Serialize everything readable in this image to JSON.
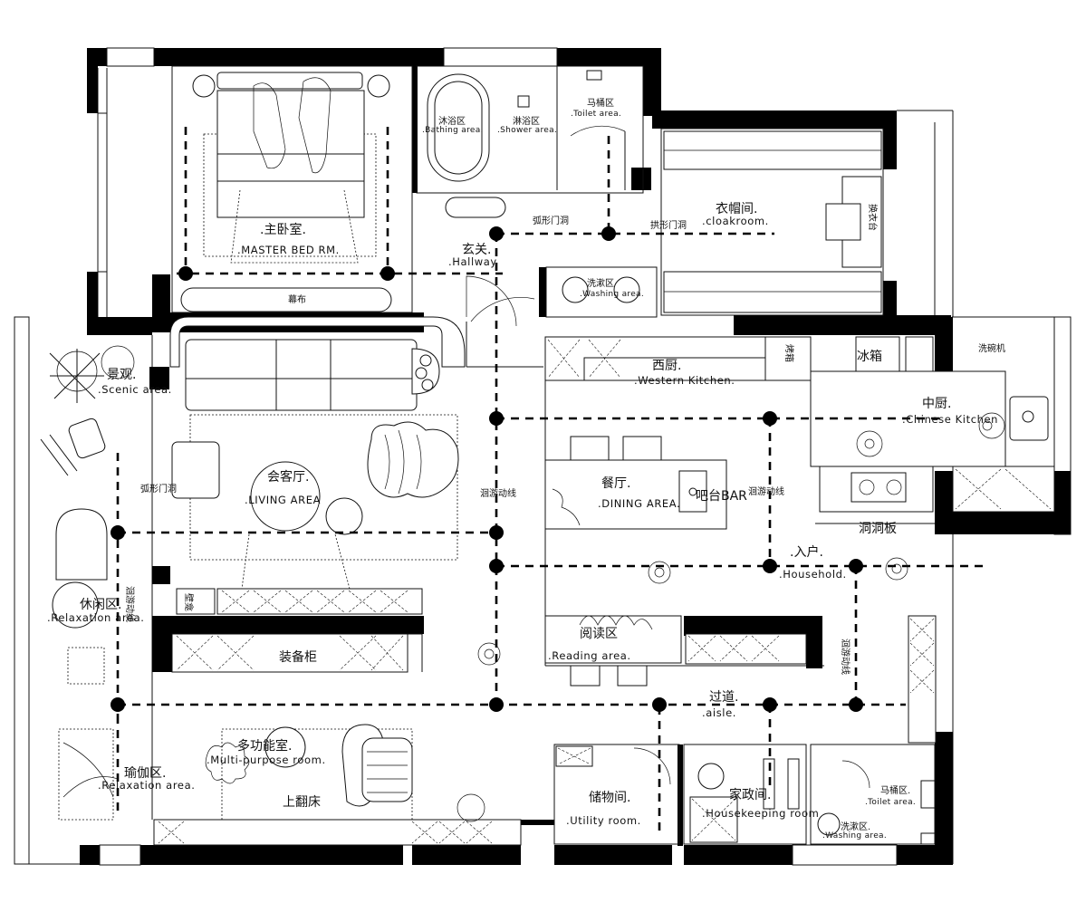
{
  "rooms": {
    "master_bed": {
      "zh": ".主卧室.",
      "en": ".MASTER BED RM."
    },
    "curtain": "幕布",
    "bathing": {
      "zh": "沐浴区",
      "en": ".Bathing area."
    },
    "shower": {
      "zh": "淋浴区",
      "en": ".Shower area."
    },
    "toilet": {
      "zh": "马桶区",
      "en": ".Toilet area."
    },
    "cloakroom": {
      "zh": "衣帽间.",
      "en": ".cloakroom."
    },
    "bench": "换衣台",
    "hallway": {
      "zh": "玄关.",
      "en": ".Hallway"
    },
    "arch_door_1": "弧形门洞",
    "arch_door_2": "拱形门洞",
    "washing": {
      "zh": "洗漱区",
      "en": ".Washing area."
    },
    "scenic": {
      "zh": "景观.",
      "en": ".Scenic area."
    },
    "arch_door_3": "弧形门洞",
    "living": {
      "zh": "会客厅.",
      "en": ".LIVING AREA"
    },
    "flow_line_1": "洄游动线",
    "western_kitchen": {
      "zh": "西厨.",
      "en": ".Western Kitchen."
    },
    "oven": "烤箱",
    "fridge": "冰箱",
    "chinese_kitchen": {
      "zh": "中厨.",
      "en": ".Chinese Kitchen"
    },
    "dishwasher": "洗碗机",
    "dining": {
      "zh": "餐厅.",
      "en": ".DINING AREA."
    },
    "bar": "吧台BAR",
    "flow_line_2": "洄游动线",
    "pegboard": "洞洞板",
    "household": {
      "zh": ".入户.",
      "en": ".Household."
    },
    "relaxation": {
      "zh": "休闲区.",
      "en": ".Relaxation area."
    },
    "flow_line_3": "洄游动线",
    "wall_side": "壁龛",
    "equipment_cabinet": "装备柜",
    "reading": {
      "zh": "阅读区",
      "en": ".Reading area."
    },
    "flow_line_4": "洄游动线",
    "aisle": {
      "zh": "过道.",
      "en": ".aisle."
    },
    "yoga": {
      "zh": "瑜伽区.",
      "en": ".Relaxation area."
    },
    "multi": {
      "zh": "多功能室.",
      "en": ".Multi-purpose room."
    },
    "flip_bed": "上翻床",
    "utility": {
      "zh": "储物间.",
      "en": ".Utility room."
    },
    "housekeeping": {
      "zh": "家政间.",
      "en": ".Housekeeping room"
    },
    "toilet2": {
      "zh": "马桶区.",
      "en": ".Toilet area."
    },
    "washing2": {
      "zh": "洗漱区.",
      "en": ".Washing area."
    }
  }
}
